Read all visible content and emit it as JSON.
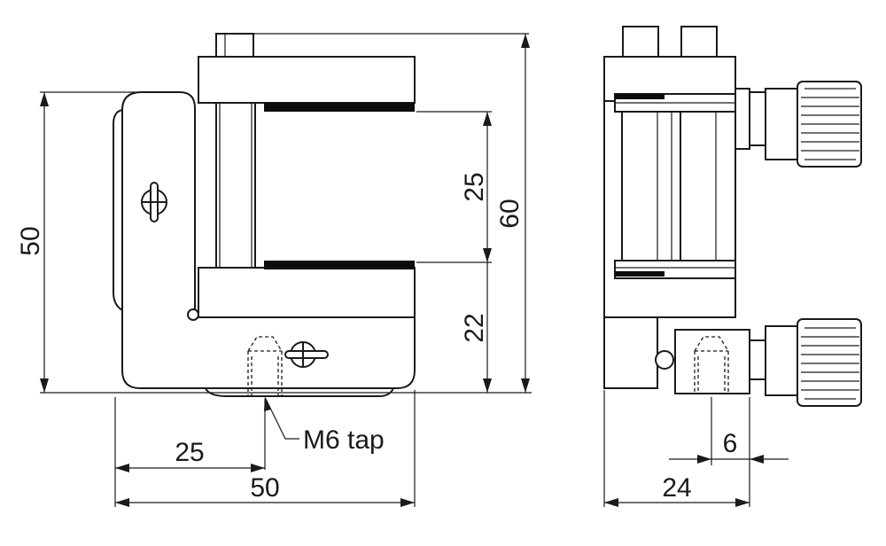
{
  "dimensions": {
    "front_height_total": "50",
    "clamp_gap": "25",
    "overall_height": "60",
    "bottom_to_lower_jaw": "22",
    "center_offset": "25",
    "front_width": "50",
    "tap_label": "M6 tap",
    "side_tap_offset": "6",
    "side_width": "24"
  }
}
